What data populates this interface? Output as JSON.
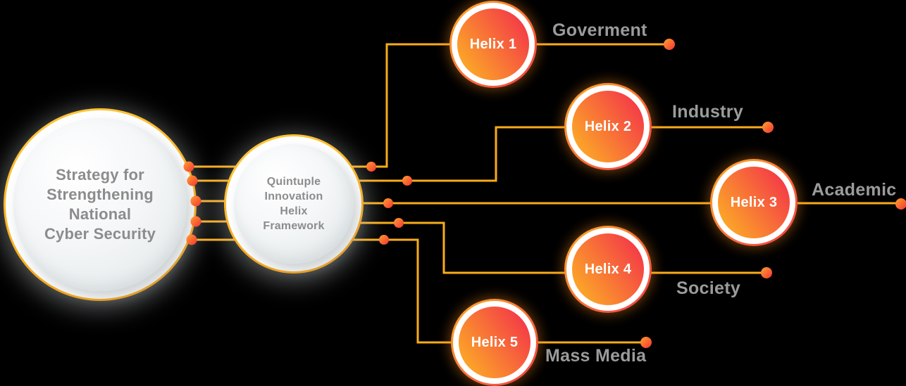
{
  "colors": {
    "bg": "#000000",
    "line": "#F8AB1A",
    "ring-a": "#FFC93D",
    "ring-b": "#F79E0C",
    "helix-a": "#FCAD26",
    "helix-b": "#F43B47",
    "dot-a": "#FFA02E",
    "dot-b": "#F43434",
    "circle-text": "#8C8C8C",
    "category-text": "#9B9B9B",
    "helix-text": "#FFFFFF"
  },
  "main_circle": {
    "label": "Strategy for Strengthening National Cyber Security",
    "lines": [
      "Strategy for",
      "Strengthening",
      "National",
      "Cyber Security"
    ]
  },
  "hub_circle": {
    "label": "Quintuple Innovation Helix Framework",
    "lines": [
      "Quintuple",
      "Innovation",
      "Helix",
      "Framework"
    ]
  },
  "helixes": [
    {
      "label": "Helix 1",
      "category": "Goverment"
    },
    {
      "label": "Helix 2",
      "category": "Industry"
    },
    {
      "label": "Helix 3",
      "category": "Academic"
    },
    {
      "label": "Helix 4",
      "category": "Society"
    },
    {
      "label": "Helix 5",
      "category": "Mass Media"
    }
  ]
}
